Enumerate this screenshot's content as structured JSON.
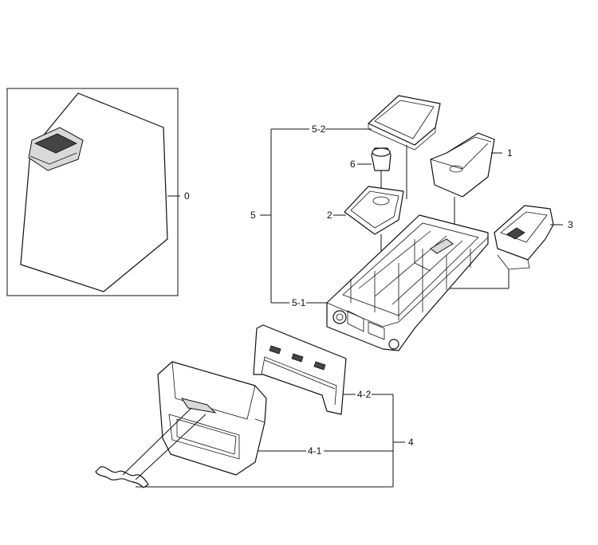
{
  "callouts": {
    "c0": "0",
    "c1": "1",
    "c2": "2",
    "c3": "3",
    "c4": "4",
    "c4_1": "4-1",
    "c4_2": "4-2",
    "c5": "5",
    "c5_1": "5-1",
    "c5_2": "5-2",
    "c6": "6"
  },
  "colors": {
    "line": "#111111",
    "shade": "#d9d9d9",
    "background": "#ffffff"
  }
}
